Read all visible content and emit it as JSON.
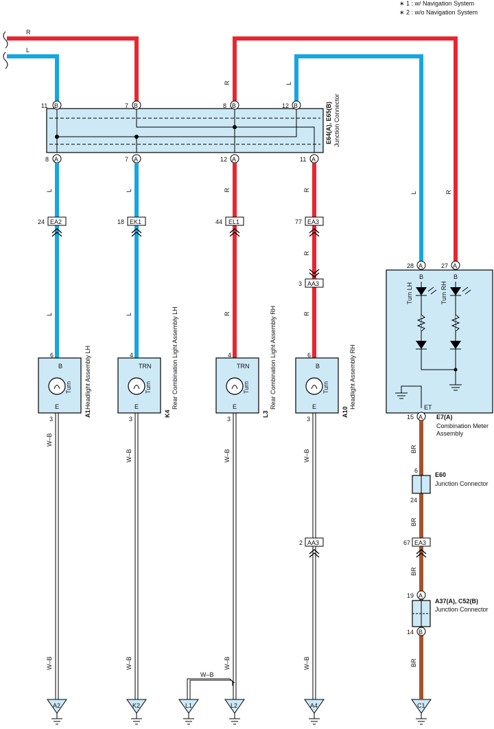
{
  "notes": [
    "∗ 1 : w/ Navigation System",
    "∗ 2 : w/o Navigation System"
  ],
  "wires": {
    "r": "R",
    "l": "L",
    "wb": "W–B",
    "br": "BR"
  },
  "junction_top": {
    "code": "E64(A), E65(B)",
    "name": "Junction Connector",
    "top_pins": [
      {
        "num": "11",
        "letter": "B"
      },
      {
        "num": "7",
        "letter": "B"
      },
      {
        "num": "8",
        "letter": "B"
      },
      {
        "num": "12",
        "letter": "B"
      }
    ],
    "bottom_pins": [
      {
        "num": "8",
        "letter": "A"
      },
      {
        "num": "7",
        "letter": "A"
      },
      {
        "num": "12",
        "letter": "A"
      },
      {
        "num": "11",
        "letter": "A"
      }
    ]
  },
  "connectors": {
    "ea2": {
      "code": "EA2",
      "pin": "24"
    },
    "ek1": {
      "code": "EK1",
      "pin": "18"
    },
    "el1": {
      "code": "EL1",
      "pin": "44"
    },
    "ea3_top": {
      "code": "EA3",
      "pin": "77"
    },
    "aa3_top": {
      "code": "AA3",
      "pin": "3"
    },
    "aa3_bottom": {
      "code": "AA3",
      "pin": "2"
    },
    "ea3_bottom": {
      "code": "EA3",
      "pin": "67"
    }
  },
  "devices": [
    {
      "code": "A1",
      "name": "Headlight Assembly LH",
      "top_pin": "6",
      "top_term": "B",
      "bottom_term": "E",
      "bottom_pin": "3",
      "lamp": "Turn"
    },
    {
      "code": "K4",
      "name": "Rear Combination Light Assembly LH",
      "top_pin": "4",
      "top_term": "TRN",
      "bottom_term": "E",
      "bottom_pin": "3",
      "lamp": "Turn"
    },
    {
      "code": "L3",
      "name": "Rear Combination Light Assembly RH",
      "top_pin": "4",
      "top_term": "TRN",
      "bottom_term": "E",
      "bottom_pin": "3",
      "lamp": "Turn"
    },
    {
      "code": "A10",
      "name": "Headlight Assembly RH",
      "top_pin": "6",
      "top_term": "B",
      "bottom_term": "E",
      "bottom_pin": "3",
      "lamp": "Turn"
    }
  ],
  "grounds": [
    "A2",
    "K2",
    "L1",
    "L2",
    "A4",
    "C1"
  ],
  "meter": {
    "code": "E7(A)",
    "name_line1": "Combination Meter",
    "name_line2": "Assembly",
    "led_lh": "Turn LH",
    "led_rh": "Turn RH",
    "term_b": "B",
    "term_et": "ET",
    "pins": [
      {
        "num": "28",
        "letter": "A"
      },
      {
        "num": "27",
        "letter": "A"
      },
      {
        "num": "15",
        "letter": "A"
      }
    ]
  },
  "junction_e60": {
    "code": "E60",
    "name": "Junction Connector",
    "top_pin": "6",
    "bottom_pin": "24"
  },
  "junction_a37": {
    "code": "A37(A), C52(B)",
    "name": "Junction Connector",
    "top_pin": "19",
    "top_letter": "A",
    "bottom_pin": "14",
    "bottom_letter": "B"
  },
  "colors": {
    "red_wire": "#e8262f",
    "blue_wire": "#14a7e0",
    "brown_wire": "#a5532a",
    "component_fill": "#cde9f6"
  }
}
